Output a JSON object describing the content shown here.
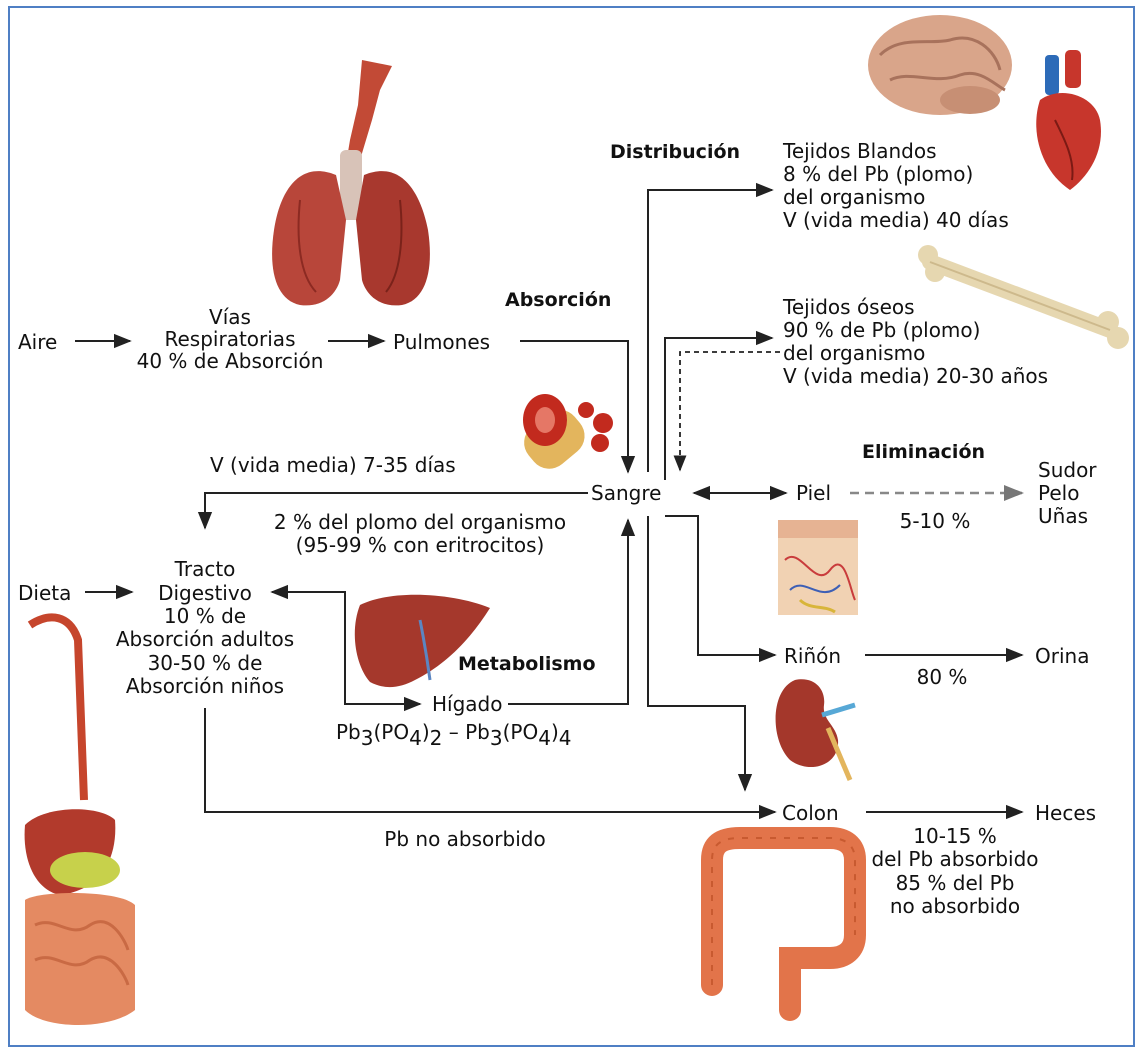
{
  "nodes": {
    "aire": "Aire",
    "vias_1": "Vías",
    "vias_2": "Respiratorias",
    "vias_3": "40 % de Absorción",
    "pulmones": "Pulmones",
    "tb_1": "Tejidos Blandos",
    "tb_2": "8 % del Pb (plomo)",
    "tb_3": "del organismo",
    "tb_4": "V (vida media) 40 días",
    "to_1": "Tejidos óseos",
    "to_2": "90 % de Pb (plomo)",
    "to_3": "del organismo",
    "to_4": "V (vida media) 20-30 años",
    "vida_media_sangre": "V (vida media) 7-35 días",
    "sangre": "Sangre",
    "sangre_1": "2 % del plomo del organismo",
    "sangre_2": "(95-99 % con eritrocitos)",
    "piel": "Piel",
    "sudor": "Sudor",
    "pelo": "Pelo",
    "unas": "Uñas",
    "piel_pct": "5-10 %",
    "dieta": "Dieta",
    "td_1": "Tracto",
    "td_2": "Digestivo",
    "td_3": "10 % de",
    "td_4": "Absorción adultos",
    "td_5": "30-50 % de",
    "td_6": "Absorción niños",
    "rinon": "Riñón",
    "orina": "Orina",
    "rinon_pct": "80 %",
    "higado": "Hígado",
    "formula": {
      "a": "Pb",
      "b": "3",
      "c": "(PO",
      "d": "4",
      "e": ")",
      "f": "2",
      "g": " – Pb",
      "h": "3",
      "i": "(PO",
      "j": "4",
      "k": ")",
      "l": "4"
    },
    "colon": "Colon",
    "heces": "Heces",
    "pb_no_abs": "Pb no absorbido",
    "colon_1": "10-15 %",
    "colon_2": "del Pb absorbido",
    "colon_3": "85 % del Pb",
    "colon_4": "no absorbido"
  },
  "stages": {
    "distribucion": "Distribución",
    "absorcion": "Absorción",
    "eliminacion": "Eliminación",
    "metabolismo": "Metabolismo"
  },
  "illustrations": [
    "lungs-illustration",
    "brain-illustration",
    "heart-illustration",
    "bone-illustration",
    "red-blood-cells-illustration",
    "skin-illustration",
    "liver-illustration",
    "kidney-illustration",
    "colon-illustration",
    "digestive-system-illustration"
  ],
  "colors": {
    "frame": "#4f7fc4",
    "organ_red": "#c8412e",
    "bone": "#e6d7b0",
    "brain": "#d9a58a"
  }
}
